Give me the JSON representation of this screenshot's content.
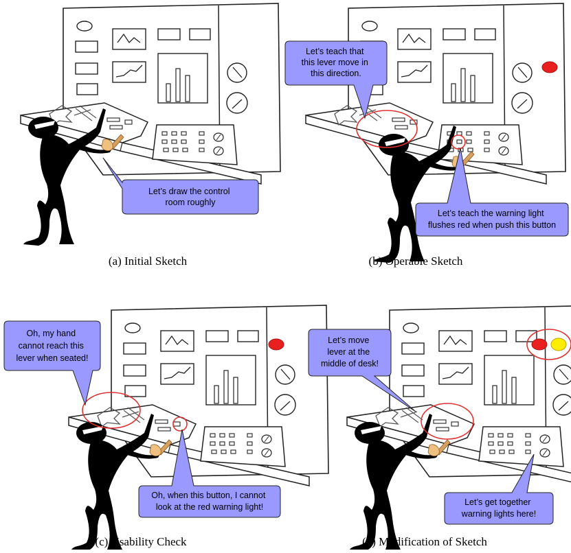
{
  "panels": [
    {
      "id": "a",
      "caption": "(a) Initial Sketch",
      "bubbles": [
        {
          "lines": [
            "Let’s draw the control",
            "room roughly"
          ]
        }
      ]
    },
    {
      "id": "b",
      "caption": "(b) Operable Sketch",
      "bubbles": [
        {
          "lines": [
            "Let’s teach that",
            "this lever move in",
            "this direction."
          ]
        },
        {
          "lines": [
            "Let’s teach the warning light",
            "flushes red when push this button"
          ]
        }
      ]
    },
    {
      "id": "c",
      "caption": "(c) Usability Check",
      "bubbles": [
        {
          "lines": [
            "Oh, my hand",
            "cannot reach this",
            "lever when seated!"
          ]
        },
        {
          "lines": [
            "Oh, when this button, I cannot",
            "look at the red warning light!"
          ]
        }
      ]
    },
    {
      "id": "d",
      "caption": "(d) Modification of Sketch",
      "bubbles": [
        {
          "lines": [
            "Let’s move",
            "lever at the",
            "middle of desk!"
          ]
        },
        {
          "lines": [
            "Let’s get together",
            "warning lights here!"
          ]
        }
      ]
    }
  ],
  "colors": {
    "bubble_fill": "#9999ff",
    "highlight_circle": "#e03030",
    "warning_light_red": "#e82020",
    "warning_light_yellow": "#ffee00",
    "sketch_line": "#222222",
    "figure": "#000000"
  }
}
